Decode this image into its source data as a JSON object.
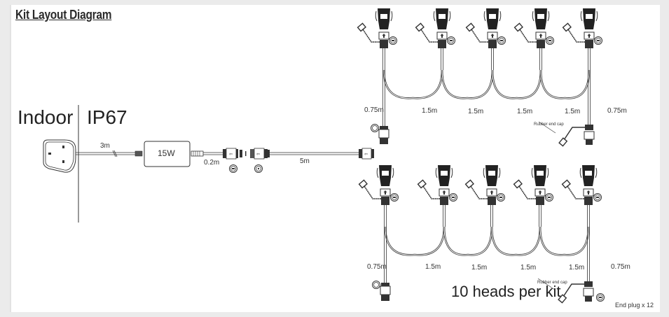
{
  "title": "Kit Layout Diagram",
  "zones": {
    "indoor": "Indoor",
    "outdoor": "IP67"
  },
  "power": {
    "adapter_label": "15W",
    "plug_cable_length": "3m",
    "adapter_output_length": "0.2m",
    "extension_length": "5m"
  },
  "strings": [
    {
      "name": "upper",
      "heads": 5,
      "segments": [
        "0.75m",
        "1.5m",
        "1.5m",
        "1.5m",
        "1.5m",
        "0.75m"
      ],
      "end_cap_label": "Rubber end cap"
    },
    {
      "name": "lower",
      "heads": 5,
      "segments": [
        "0.75m",
        "1.5m",
        "1.5m",
        "1.5m",
        "1.5m",
        "0.75m"
      ],
      "end_cap_label": "Rubber end cap"
    }
  ],
  "summary": {
    "heads_per_kit": "10 heads per kit",
    "end_plug": "End plug x 12"
  },
  "colors": {
    "line": "#333333",
    "frame": "#ebebeb",
    "text": "#222222"
  }
}
